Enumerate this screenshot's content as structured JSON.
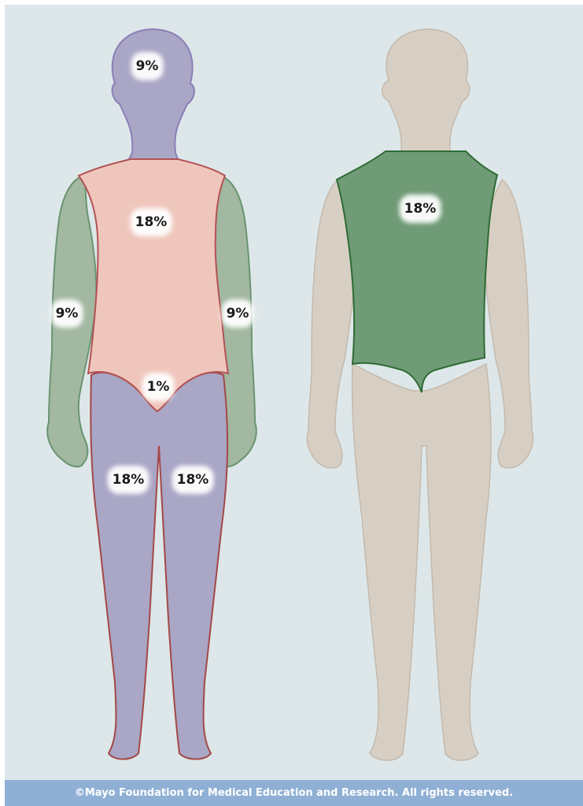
{
  "regions": {
    "head": "9%",
    "front_trunk": "18%",
    "right_arm": "9%",
    "left_arm": "9%",
    "groin": "1%",
    "right_leg": "18%",
    "left_leg": "18%",
    "back_trunk": "18%"
  },
  "colors": {
    "background": "#dde7e9",
    "head_legs_fill": "#a9a6c6",
    "trunk_fill": "#efc6bc",
    "arms_fill": "#a2b8a1",
    "back_fill": "#6f9b76",
    "back_figure_skin": "#d8cfc4",
    "footer_bar": "#8fb0d4"
  },
  "footer": {
    "copyright": "©Mayo Foundation for Medical Education and Research. All rights reserved."
  }
}
